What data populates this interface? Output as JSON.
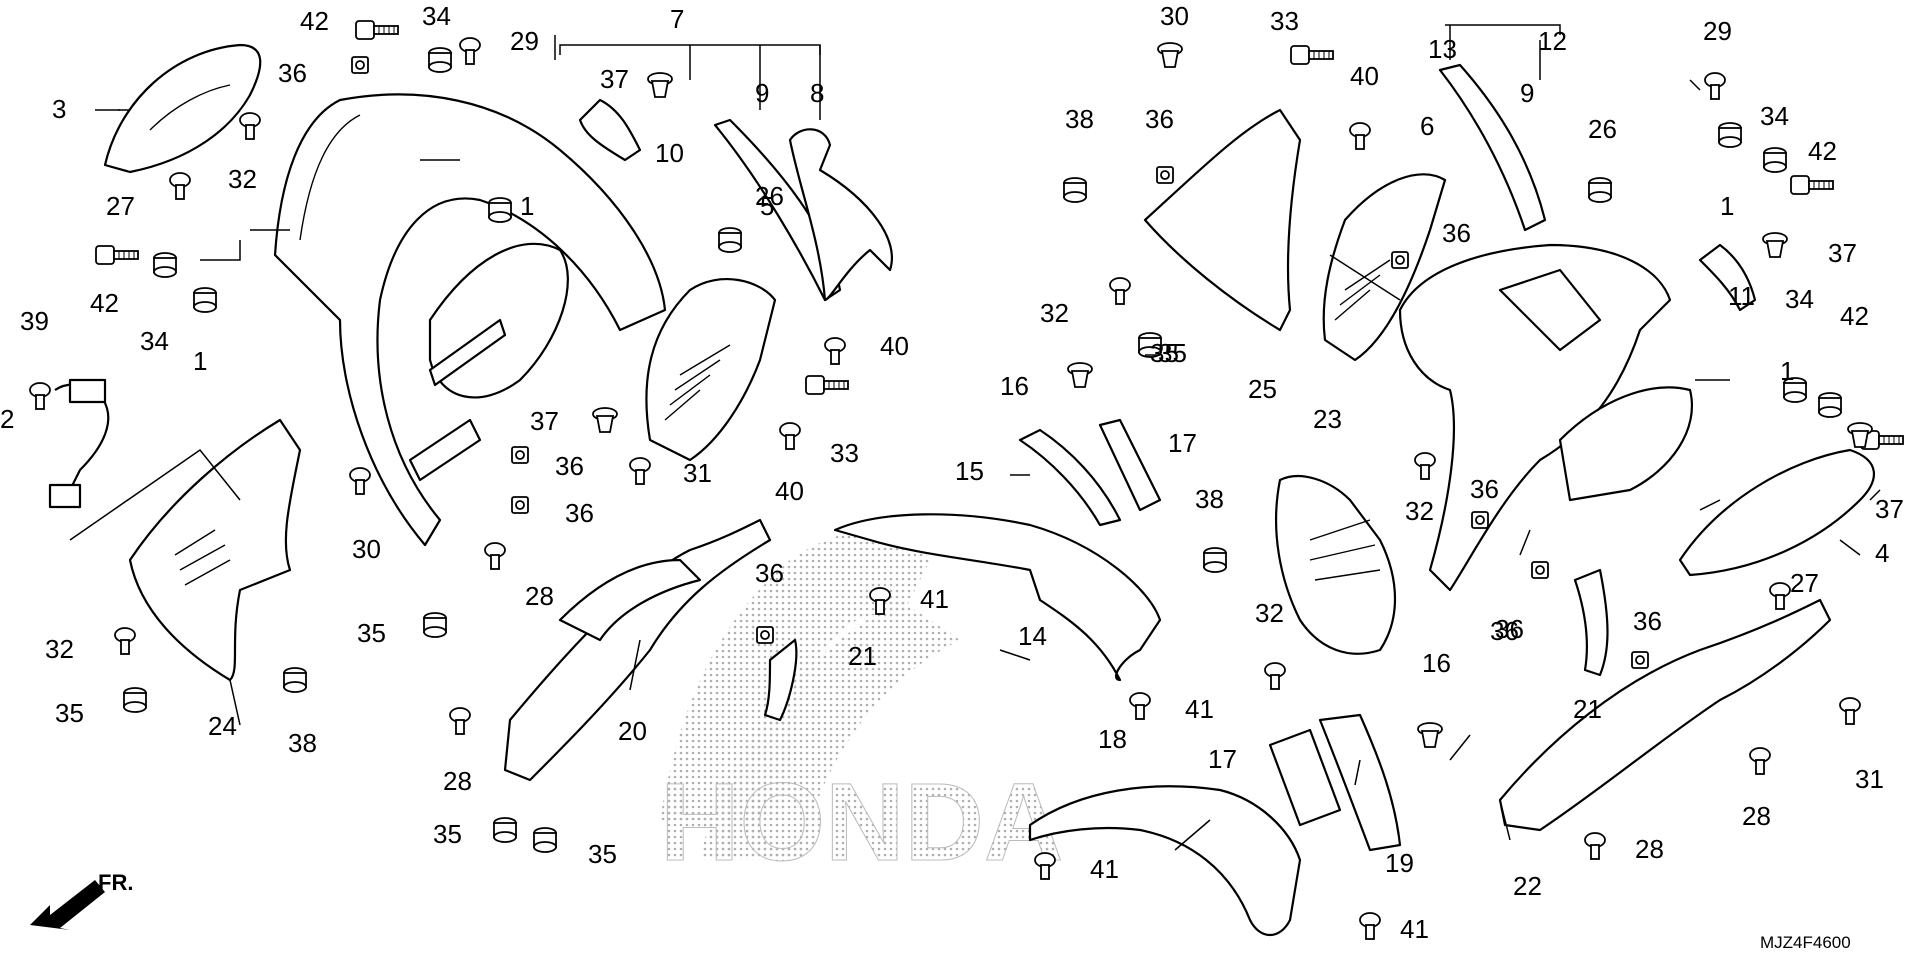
{
  "diagram": {
    "code": "MJZ4F4600",
    "direction_label": "FR.",
    "watermark_text": "HONDA",
    "line_color": "#000000",
    "background_color": "#ffffff"
  },
  "callouts": [
    {
      "id": "c1a",
      "text": "1"
    },
    {
      "id": "c1b",
      "text": "1"
    },
    {
      "id": "c1c",
      "text": "1"
    },
    {
      "id": "c1d",
      "text": "1"
    },
    {
      "id": "c2",
      "text": "2"
    },
    {
      "id": "c3",
      "text": "3"
    },
    {
      "id": "c4",
      "text": "4"
    },
    {
      "id": "c5",
      "text": "5"
    },
    {
      "id": "c6",
      "text": "6"
    },
    {
      "id": "c7",
      "text": "7"
    },
    {
      "id": "c8",
      "text": "8"
    },
    {
      "id": "c9a",
      "text": "9"
    },
    {
      "id": "c9b",
      "text": "9"
    },
    {
      "id": "c10",
      "text": "10"
    },
    {
      "id": "c11",
      "text": "11"
    },
    {
      "id": "c12",
      "text": "12"
    },
    {
      "id": "c13",
      "text": "13"
    },
    {
      "id": "c14",
      "text": "14"
    },
    {
      "id": "c15",
      "text": "15"
    },
    {
      "id": "c16a",
      "text": "16"
    },
    {
      "id": "c16b",
      "text": "16"
    },
    {
      "id": "c17a",
      "text": "17"
    },
    {
      "id": "c17b",
      "text": "17"
    },
    {
      "id": "c18",
      "text": "18"
    },
    {
      "id": "c19",
      "text": "19"
    },
    {
      "id": "c20",
      "text": "20"
    },
    {
      "id": "c21a",
      "text": "21"
    },
    {
      "id": "c21b",
      "text": "21"
    },
    {
      "id": "c22",
      "text": "22"
    },
    {
      "id": "c23",
      "text": "23"
    },
    {
      "id": "c24",
      "text": "24"
    },
    {
      "id": "c25",
      "text": "25"
    },
    {
      "id": "c26a",
      "text": "26"
    },
    {
      "id": "c26b",
      "text": "26"
    },
    {
      "id": "c27a",
      "text": "27"
    },
    {
      "id": "c27b",
      "text": "27"
    },
    {
      "id": "c28a",
      "text": "28"
    },
    {
      "id": "c28b",
      "text": "28"
    },
    {
      "id": "c28c",
      "text": "28"
    },
    {
      "id": "c28d",
      "text": "28"
    },
    {
      "id": "c29a",
      "text": "29"
    },
    {
      "id": "c29b",
      "text": "29"
    },
    {
      "id": "c30a",
      "text": "30"
    },
    {
      "id": "c30b",
      "text": "30"
    },
    {
      "id": "c31a",
      "text": "31"
    },
    {
      "id": "c31b",
      "text": "31"
    },
    {
      "id": "c32a",
      "text": "32"
    },
    {
      "id": "c32b",
      "text": "32"
    },
    {
      "id": "c32c",
      "text": "32"
    },
    {
      "id": "c32d",
      "text": "32"
    },
    {
      "id": "c32e",
      "text": "32"
    },
    {
      "id": "c33a",
      "text": "33"
    },
    {
      "id": "c33b",
      "text": "33"
    },
    {
      "id": "c34a",
      "text": "34"
    },
    {
      "id": "c34b",
      "text": "34"
    },
    {
      "id": "c34c",
      "text": "34"
    },
    {
      "id": "c34d",
      "text": "34"
    },
    {
      "id": "c35a",
      "text": "35"
    },
    {
      "id": "c35b",
      "text": "35"
    },
    {
      "id": "c35c",
      "text": "35"
    },
    {
      "id": "c35d",
      "text": "35"
    },
    {
      "id": "c35e",
      "text": "35"
    },
    {
      "id": "c35f",
      "text": "35"
    },
    {
      "id": "c36a",
      "text": "36"
    },
    {
      "id": "c36b",
      "text": "36"
    },
    {
      "id": "c36c",
      "text": "36"
    },
    {
      "id": "c36d",
      "text": "36"
    },
    {
      "id": "c36e",
      "text": "36"
    },
    {
      "id": "c36f",
      "text": "36"
    },
    {
      "id": "c36g",
      "text": "36"
    },
    {
      "id": "c36h",
      "text": "36"
    },
    {
      "id": "c36i",
      "text": "36"
    },
    {
      "id": "c36j",
      "text": "36"
    },
    {
      "id": "c37a",
      "text": "37"
    },
    {
      "id": "c37b",
      "text": "37"
    },
    {
      "id": "c37c",
      "text": "37"
    },
    {
      "id": "c37d",
      "text": "37"
    },
    {
      "id": "c38a",
      "text": "38"
    },
    {
      "id": "c38b",
      "text": "38"
    },
    {
      "id": "c38c",
      "text": "38"
    },
    {
      "id": "c39",
      "text": "39"
    },
    {
      "id": "c40a",
      "text": "40"
    },
    {
      "id": "c40b",
      "text": "40"
    },
    {
      "id": "c40c",
      "text": "40"
    },
    {
      "id": "c41a",
      "text": "41"
    },
    {
      "id": "c41b",
      "text": "41"
    },
    {
      "id": "c41c",
      "text": "41"
    },
    {
      "id": "c41d",
      "text": "41"
    },
    {
      "id": "c42a",
      "text": "42"
    },
    {
      "id": "c42b",
      "text": "42"
    },
    {
      "id": "c42c",
      "text": "42"
    },
    {
      "id": "c42d",
      "text": "42"
    }
  ]
}
